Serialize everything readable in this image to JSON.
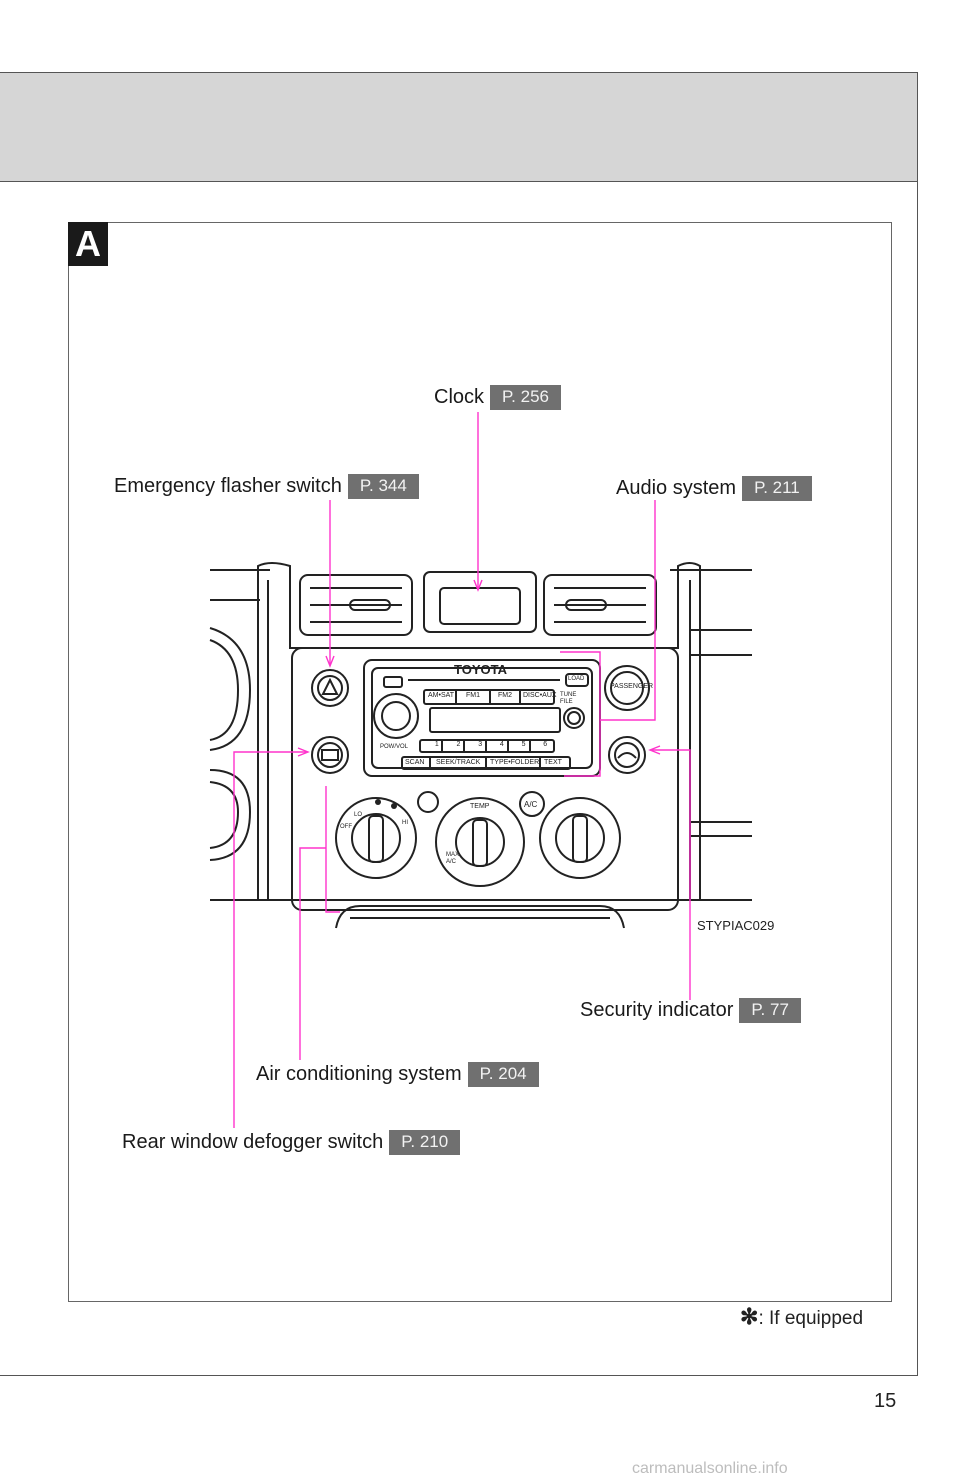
{
  "section": {
    "marker": "A"
  },
  "callouts": {
    "clock": {
      "label": "Clock",
      "page_ref": "P. 256"
    },
    "emergency_flasher": {
      "label": "Emergency flasher switch",
      "page_ref": "P. 344"
    },
    "audio_system": {
      "label": "Audio system",
      "page_ref": "P. 211"
    },
    "security_indicator": {
      "label": "Security indicator",
      "page_ref": "P. 77"
    },
    "air_conditioning": {
      "label": "Air conditioning system",
      "page_ref": "P. 204"
    },
    "rear_defogger": {
      "label": "Rear window defogger switch",
      "page_ref": "P. 210"
    }
  },
  "panel_labels": {
    "brand": "TOYOTA",
    "passenger": "PASSENGER",
    "load": "LOAD",
    "am_sat": "AM•SAT",
    "fm1": "FM1",
    "fm2": "FM2",
    "disc_aux": "DISC•AUX",
    "tune_file": "TUNE FILE",
    "scan": "SCAN",
    "seek_track": "SEEK/TRACK",
    "type_folder": "TYPE•FOLDER",
    "text": "TEXT",
    "presets": [
      "1",
      "2",
      "3",
      "4",
      "5",
      "6"
    ],
    "power_vol": "POW/VOL",
    "temp": "TEMP",
    "ac": "A/C",
    "off": "OFF",
    "lo": "LO",
    "hi": "HI",
    "max_ac": "MAX A/C"
  },
  "figure_code": "STYPIAC029",
  "footnote": {
    "symbol": "✻",
    "text": ": If equipped"
  },
  "page_number": "15",
  "watermark": "carmanualsonline.info",
  "colors": {
    "leader_line": "#ff33cc",
    "page_ref_bg": "#707070",
    "header_band": "#d6d6d6"
  }
}
